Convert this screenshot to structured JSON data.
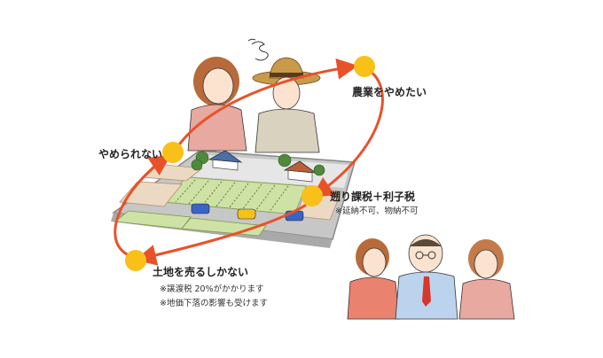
{
  "labels": {
    "quit_farming": "農業をやめたい",
    "cannot_quit": "やめられない",
    "retro_tax": "遡り課税＋利子税",
    "retro_tax_note": "※延納不可、物納不可",
    "must_sell": "土地を売るしかない",
    "transfer_tax_note": "※譲渡税 20%がかかります",
    "land_price_note": "※地価下落の影響も受けます"
  },
  "colors": {
    "cycle_arrow": "#e8522a",
    "node": "#f9c01a",
    "field_green": "#cfe2a6",
    "lot_beige": "#ecd9c3",
    "road": "#e6e6e6"
  },
  "icons": [
    "worry-scribble-icon",
    "cycle-arrow-icon"
  ]
}
